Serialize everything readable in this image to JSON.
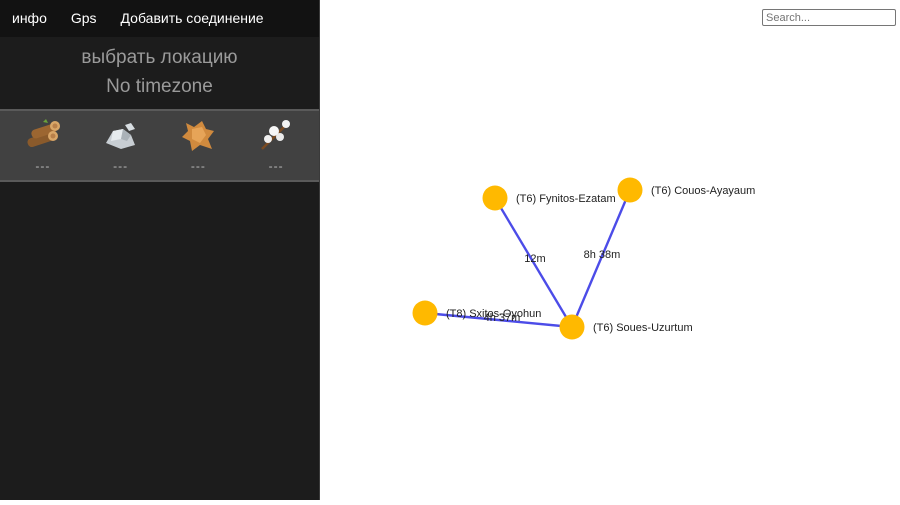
{
  "nav": {
    "info": "инфо",
    "gps": "Gps",
    "add_connection": "Добавить соединение"
  },
  "location": {
    "select_label": "выбрать локацию",
    "timezone": "No timezone"
  },
  "resources": [
    {
      "icon": "wood-logs-icon",
      "value": "---"
    },
    {
      "icon": "stone-ore-icon",
      "value": "---"
    },
    {
      "icon": "hide-leather-icon",
      "value": "---"
    },
    {
      "icon": "cotton-fiber-icon",
      "value": "---"
    }
  ],
  "search": {
    "placeholder": "Search..."
  },
  "graph": {
    "node_color": "#ffb900",
    "edge_color": "#4c4ce8",
    "nodes": [
      {
        "id": "n1",
        "label": "(T6) Fynitos-Ezatam"
      },
      {
        "id": "n2",
        "label": "(T6) Couos-Ayayaum"
      },
      {
        "id": "n3",
        "label": "(T8) Sxitos-Oyohun"
      },
      {
        "id": "n4",
        "label": "(T6) Soues-Uzurtum"
      }
    ],
    "edges": [
      {
        "from": "n1",
        "to": "n4",
        "label": "12m"
      },
      {
        "from": "n2",
        "to": "n4",
        "label": "8h 38m"
      },
      {
        "from": "n3",
        "to": "n4",
        "label": "4h 37m"
      }
    ]
  }
}
